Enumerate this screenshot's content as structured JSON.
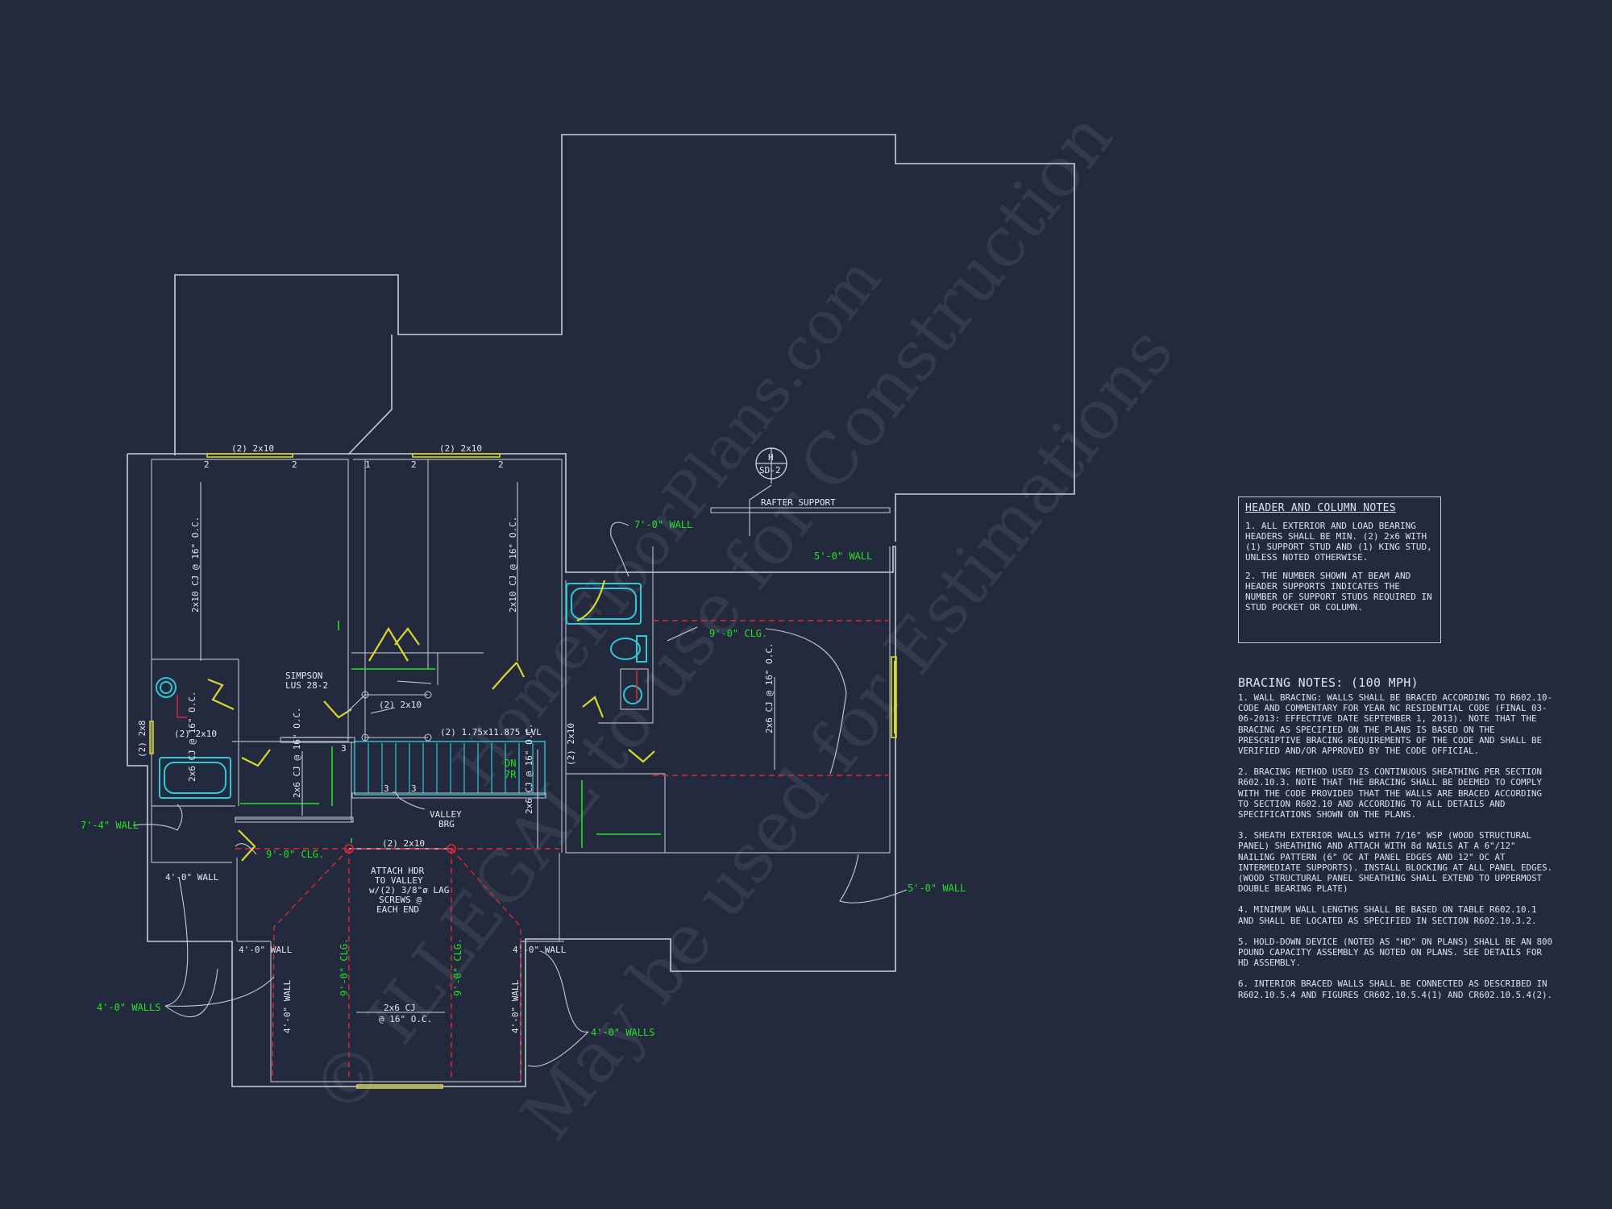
{
  "watermark": {
    "line1": "© ILLEGAL to use for Construction",
    "line2": "May be used for Estimations",
    "line3": "HomeFloorPlans.com"
  },
  "plan_labels": {
    "hdr_left": "(2) 2x10",
    "hdr_mid": "(2) 2x10",
    "stud_2": "2",
    "stud_3": "3",
    "stud_1": "1",
    "cj_left": "2x10 CJ @ 16\" O.C.",
    "cj_mid": "2x10 CJ @ 16\" O.C.",
    "cj_right": "2x6 CJ @ 16\" O.C.",
    "cj_bath": "2x6 CJ @ 16\" O.C.",
    "cj_hall": "2x6 CJ @ 16\" O.C.",
    "cj_stair": "2x6 CJ @ 16\" O.C.",
    "cj_bottom": "2x6 CJ",
    "cj_bottom_oc": "@ 16\" O.C.",
    "simpson": "SIMPSON",
    "simpson2": "LUS 28-2",
    "hdr_simpson": "(2) 2x10",
    "hdr_bath": "(2) 2x10",
    "hdr_2x8": "(2) 2x8",
    "lvl": "(2) 1.75x11.875 LVL",
    "hdr_right": "(2) 2x10",
    "dn": "DN",
    "dn2": "7R",
    "valley": "VALLEY",
    "valley2": "BRG",
    "hdr_attach": "(2) 2x10",
    "attach1": "ATTACH HDR",
    "attach2": "TO VALLEY",
    "attach3": "w/(2) 3/8\"ø LAG",
    "attach4": "SCREWS @",
    "attach5": "EACH END",
    "rafter": "RAFTER SUPPORT",
    "h_tag": "H",
    "sd_tag": "SD-2",
    "wall_4_0_a": "4'-0\" WALL",
    "wall_4_0_b": "4'-0\" WALL",
    "wall_4_0_c": "4'-0\" WALL",
    "wall_4_0_d": "4'-0\" WALL",
    "wall_4_0_e": "4'-0\" WALL",
    "clg_9_v1": "9'-0\" CLG.",
    "clg_9_v2": "9'-0\" CLG."
  },
  "green_labels": {
    "wall_7_0": "7'-0\" WALL",
    "wall_5_0_top": "5'-0\" WALL",
    "clg_9_right": "9'-0\" CLG.",
    "wall_7_4": "7'-4\" WALL",
    "clg_9_left": "9'-0\" CLG.",
    "wall_5_0_bot": "5'-0\" WALL",
    "walls_4_0_left": "4'-0\" WALLS",
    "walls_4_0_right": "4'-0\" WALLS"
  },
  "header_notes": {
    "title": "HEADER AND COLUMN NOTES",
    "items": [
      "1. ALL EXTERIOR AND LOAD BEARING HEADERS SHALL BE MIN. (2) 2x6 WITH (1) SUPPORT STUD AND (1) KING STUD, UNLESS NOTED OTHERWISE.",
      "2. THE NUMBER SHOWN AT BEAM AND HEADER SUPPORTS INDICATES THE NUMBER OF SUPPORT STUDS REQUIRED IN STUD POCKET OR COLUMN."
    ]
  },
  "bracing_notes": {
    "title": "BRACING NOTES: (100 MPH)",
    "items": [
      "1. WALL BRACING: WALLS SHALL BE BRACED ACCORDING TO R602.10- CODE AND COMMENTARY FOR YEAR NC RESIDENTIAL CODE (FINAL 03-06-2013: EFFECTIVE DATE SEPTEMBER 1, 2013). NOTE THAT THE BRACING AS SPECIFIED ON THE PLANS IS BASED ON THE PRESCRIPTIVE BRACING REQUIREMENTS OF THE CODE AND SHALL BE VERIFIED AND/OR APPROVED BY THE CODE OFFICIAL.",
      "2. BRACING METHOD USED IS CONTINUOUS SHEATHING PER SECTION R602.10.3. NOTE THAT THE BRACING SHALL BE DEEMED TO COMPLY WITH THE CODE PROVIDED THAT THE WALLS ARE BRACED ACCORDING TO SECTION R602.10 AND ACCORDING TO ALL DETAILS AND SPECIFICATIONS SHOWN ON THE PLANS.",
      "3. SHEATH EXTERIOR WALLS WITH 7/16\" WSP (WOOD STRUCTURAL PANEL) SHEATHING AND ATTACH WITH 8d NAILS AT A 6\"/12\" NAILING PATTERN (6\" OC AT PANEL EDGES AND 12\" OC AT INTERMEDIATE SUPPORTS). INSTALL BLOCKING AT ALL PANEL EDGES. (WOOD STRUCTURAL PANEL SHEATHING SHALL EXTEND TO UPPERMOST DOUBLE BEARING PLATE)",
      "4. MINIMUM WALL LENGTHS SHALL BE BASED ON TABLE R602.10.1 AND SHALL BE LOCATED AS SPECIFIED IN SECTION R602.10.3.2.",
      "5. HOLD-DOWN DEVICE (NOTED AS \"HD\" ON PLANS) SHALL BE AN 800 POUND CAPACITY ASSEMBLY AS NOTED ON PLANS. SEE DETAILS FOR HD ASSEMBLY.",
      "6. INTERIOR BRACED WALLS SHALL BE CONNECTED AS DESCRIBED IN R602.10.5.4 AND FIGURES CR602.10.5.4(1) AND CR602.10.5.4(2)."
    ]
  }
}
